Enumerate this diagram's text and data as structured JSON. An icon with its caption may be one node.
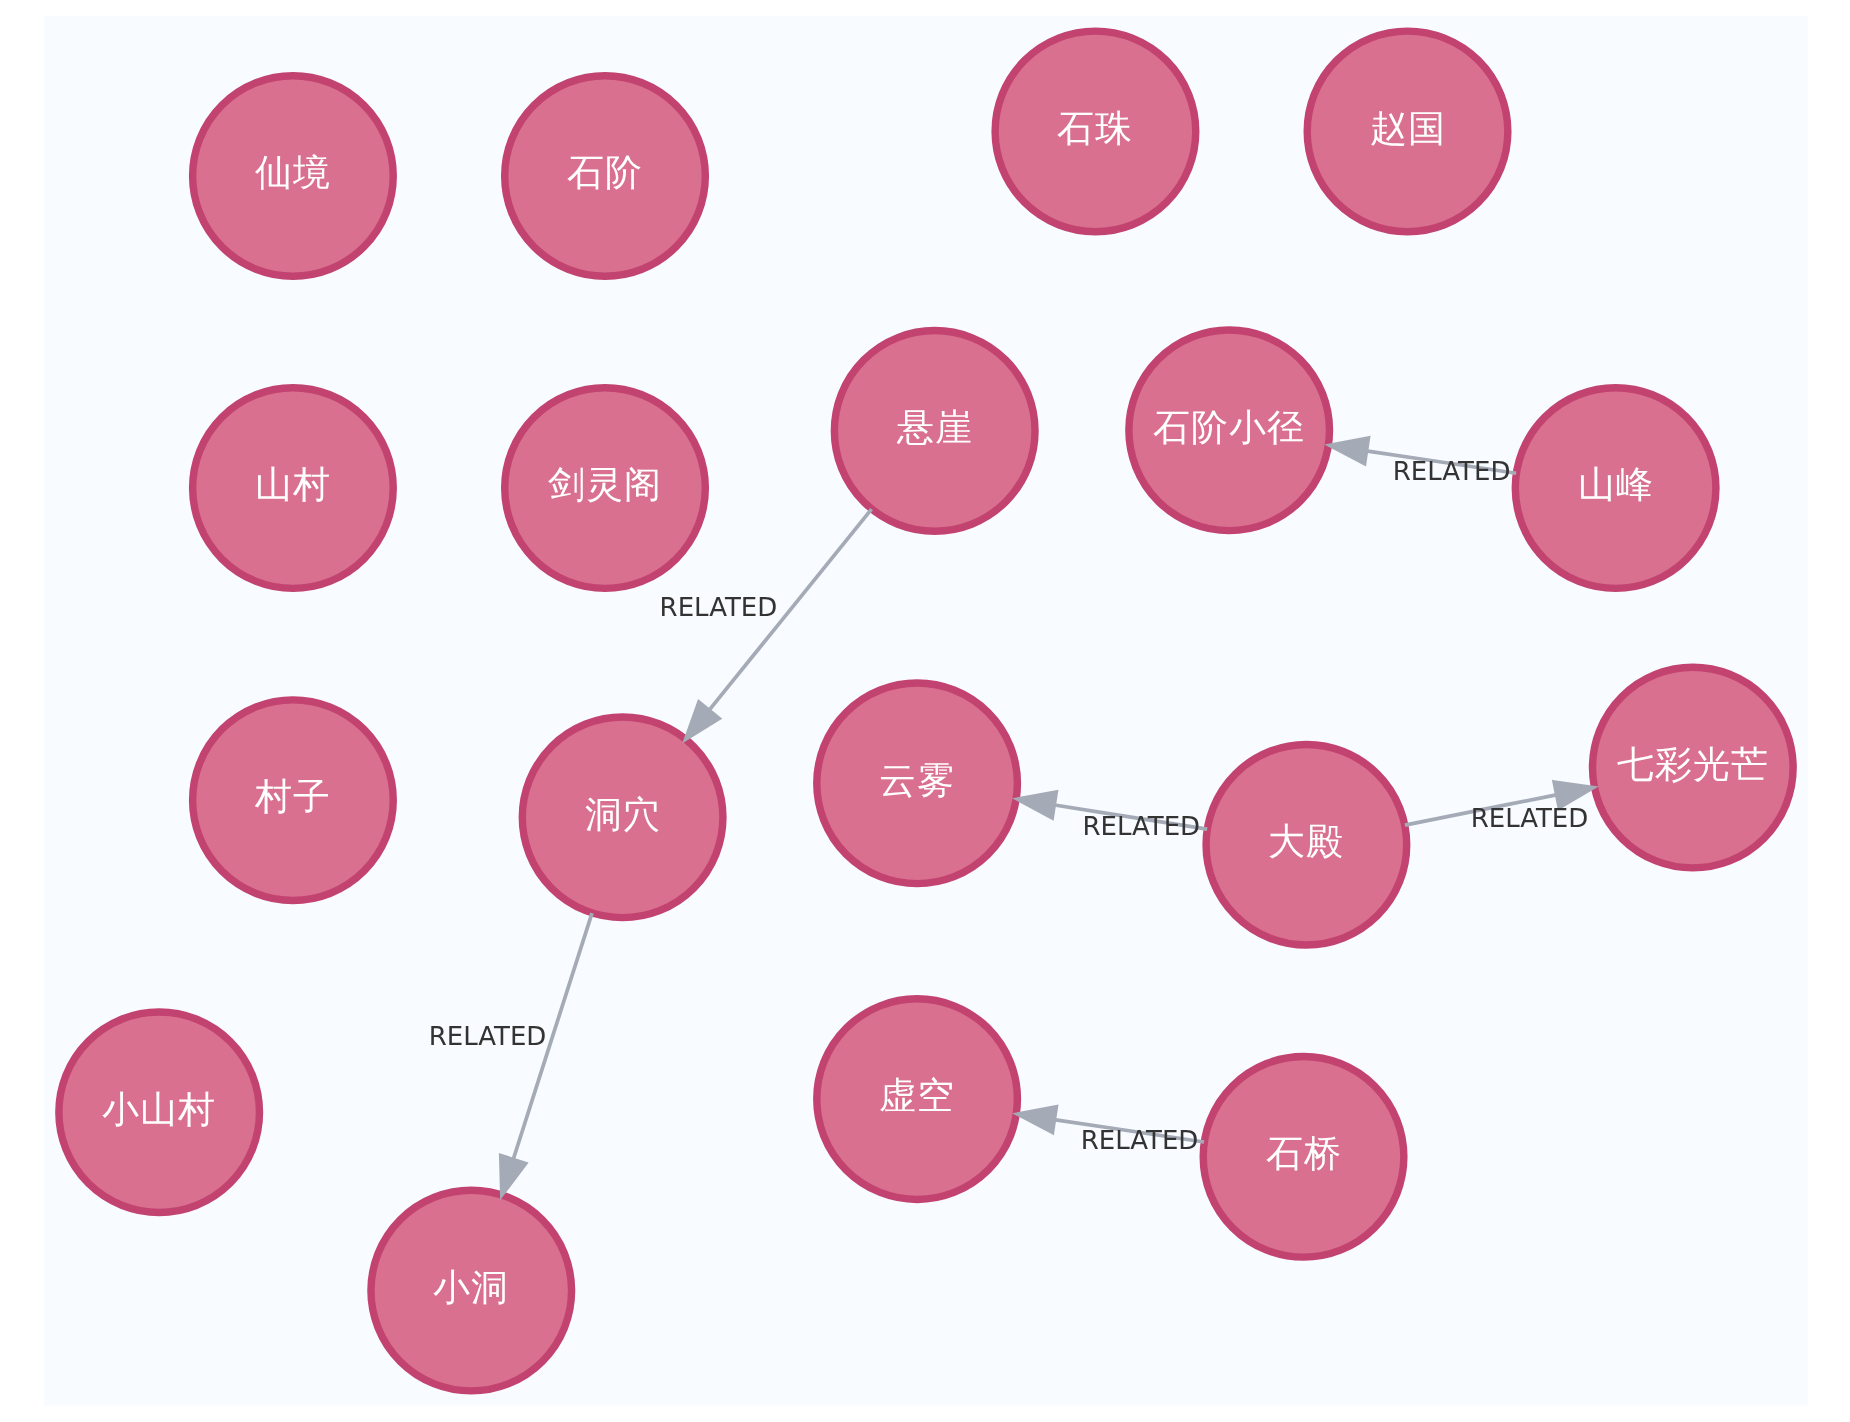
{
  "diagram": {
    "nodes": [
      {
        "text": [
          "剑灵阁"
        ]
      },
      {
        "text": [
          "石阶"
        ]
      },
      {
        "text": [
          "石阶小径"
        ]
      },
      {
        "text": [
          "云雾"
        ]
      },
      {
        "text": [
          "七彩光芒"
        ]
      },
      {
        "text": [
          "山峰"
        ]
      },
      {
        "text": [
          "仙境"
        ]
      },
      {
        "text": [
          "大殿"
        ]
      },
      {
        "text": [
          "虚空"
        ]
      },
      {
        "text": [
          "石桥"
        ]
      },
      {
        "text": [
          "山村"
        ]
      },
      {
        "text": [
          "村子"
        ]
      },
      {
        "text": [
          "赵国"
        ]
      },
      {
        "text": [
          "洞穴"
        ]
      },
      {
        "text": [
          "悬崖"
        ]
      },
      {
        "text": [
          "石珠"
        ]
      },
      {
        "text": [
          "小山村"
        ]
      },
      {
        "text": [
          "小洞"
        ]
      }
    ],
    "edges": [
      {
        "from": 7,
        "to": 4,
        "arrow": "to",
        "label": "RELATED"
      },
      {
        "from": 7,
        "to": 3,
        "arrow": "to",
        "label": "RELATED"
      },
      {
        "from": 5,
        "to": 2,
        "arrow": "to",
        "label": "RELATED"
      },
      {
        "from": 9,
        "to": 8,
        "arrow": "to",
        "label": "RELATED"
      },
      {
        "from": 14,
        "to": 13,
        "arrow": "to",
        "label": "RELATED"
      },
      {
        "from": 13,
        "to": 17,
        "arrow": "to",
        "label": "RELATED"
      }
    ]
  }
}
